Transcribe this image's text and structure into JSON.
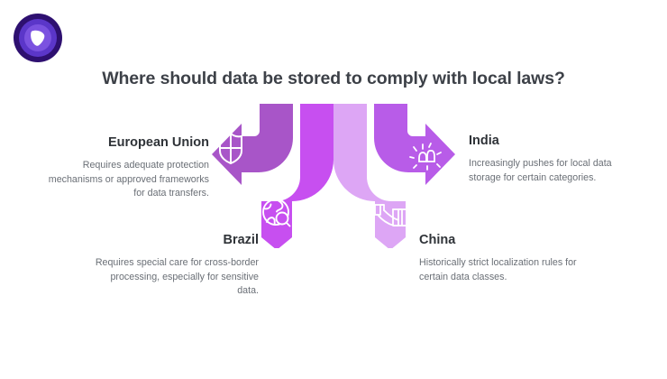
{
  "logo": {
    "name": "brand-logo",
    "ring_outer_color": "#2e1070",
    "ring_mid_color": "#5b36c9",
    "ring_inner_color": "#7b52e0",
    "mark_color": "#ffffff"
  },
  "title": "Where should data be stored to comply with local laws?",
  "title_color": "#3d4148",
  "background_color": "#ffffff",
  "arrows": [
    {
      "id": "arrow-eu",
      "direction": "left",
      "color": "#a855c8",
      "icon": "shield-icon"
    },
    {
      "id": "arrow-brazil",
      "direction": "down-left",
      "color": "#c74ff0",
      "icon": "globe-search-icon"
    },
    {
      "id": "arrow-china",
      "direction": "down-right",
      "color": "#dda6f5",
      "icon": "great-wall-icon"
    },
    {
      "id": "arrow-india",
      "direction": "right",
      "color": "#b85ce8",
      "icon": "india-monument-icon"
    }
  ],
  "regions": [
    {
      "id": "european-union",
      "heading": "European Union",
      "body": "Requires adequate protection mechanisms or approved frameworks for data transfers.",
      "align": "right",
      "icon": "shield-icon"
    },
    {
      "id": "india",
      "heading": "India",
      "body": "Increasingly pushes for local data storage for certain categories.",
      "align": "left",
      "icon": "india-monument-icon"
    },
    {
      "id": "brazil",
      "heading": "Brazil",
      "body": "Requires special care for cross-border processing, especially for sensitive data.",
      "align": "right",
      "icon": "globe-search-icon"
    },
    {
      "id": "china",
      "heading": "China",
      "body": "Historically strict localization rules for certain data classes.",
      "align": "left",
      "icon": "great-wall-icon"
    }
  ]
}
